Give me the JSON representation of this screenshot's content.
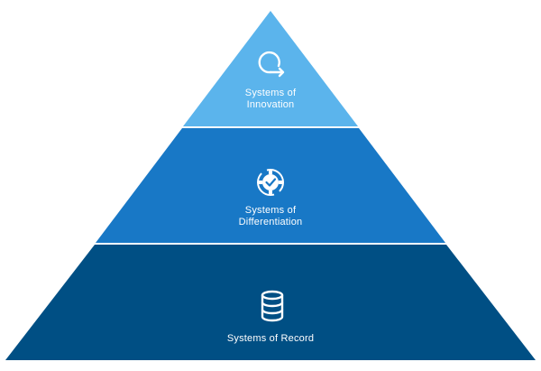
{
  "diagram": {
    "tiers": [
      {
        "name_line1": "Systems of",
        "name_line2": "Innovation",
        "icon": "cycle-arrows-icon",
        "color": "#5BB4EC"
      },
      {
        "name_line1": "Systems of",
        "name_line2": "Differentiation",
        "icon": "gear-check-icon",
        "color": "#1878C6"
      },
      {
        "name_line1": "Systems of Record",
        "name_line2": "",
        "icon": "database-icon",
        "color": "#004F84"
      }
    ]
  }
}
